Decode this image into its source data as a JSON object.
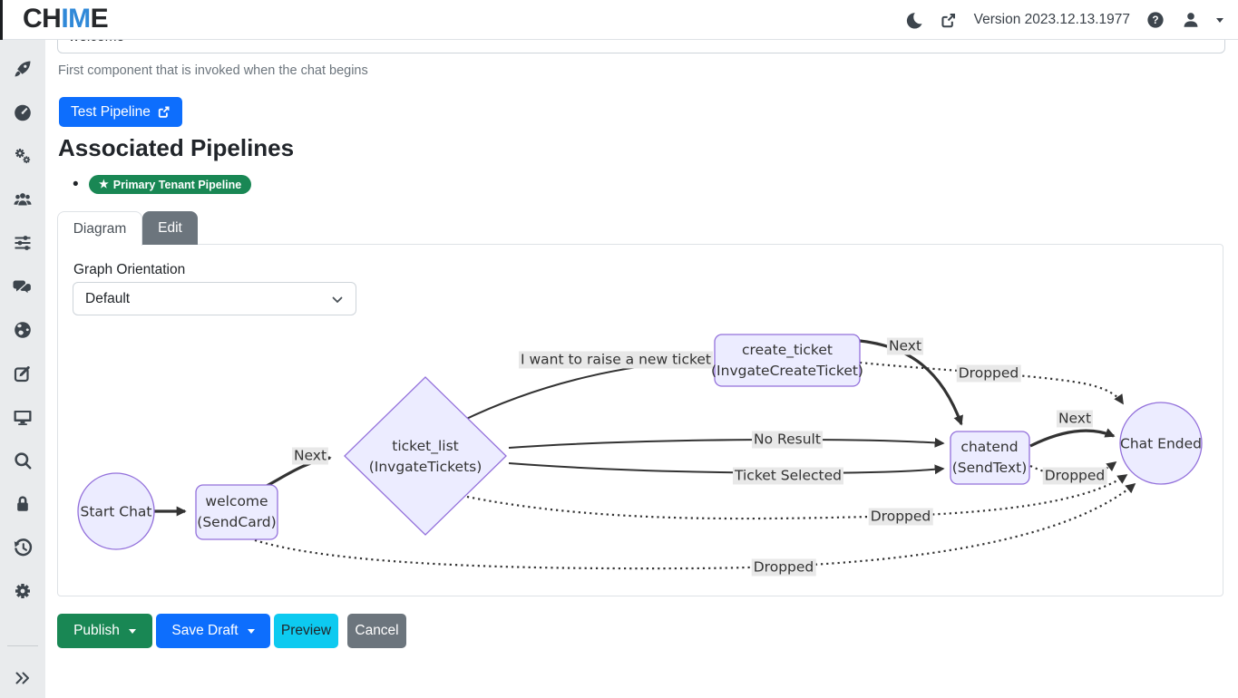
{
  "header": {
    "logo_ch": "CH",
    "logo_im": "IM",
    "logo_e": "E",
    "version": "Version 2023.12.13.1977",
    "icons": [
      "moon-icon",
      "external-link-icon",
      "help-icon",
      "user-icon",
      "caret-down-icon"
    ]
  },
  "sidebar": {
    "icons": [
      "rocket",
      "dashboard",
      "automation-gears",
      "users",
      "sliders",
      "conversations",
      "globe",
      "compose",
      "desktop",
      "search",
      "security-lock",
      "history",
      "settings",
      "collapse-chevrons"
    ]
  },
  "pipeline_form": {
    "name_value": "welcome",
    "help_text": "First component that is invoked when the chat begins",
    "test_pipeline_label": "Test Pipeline"
  },
  "associated_pipelines": {
    "title": "Associated Pipelines",
    "badge_label": "Primary Tenant Pipeline",
    "badge_star": "★"
  },
  "tabs": {
    "diagram_label": "Diagram",
    "edit_label": "Edit"
  },
  "graph": {
    "orientation_label": "Graph Orientation",
    "orientation_value": "Default"
  },
  "diagram": {
    "nodes": {
      "start": {
        "label": "Start Chat"
      },
      "welcome": {
        "name": "welcome",
        "type": "(SendCard)"
      },
      "ticket_list": {
        "name": "ticket_list",
        "type": "(InvgateTickets)"
      },
      "create_ticket": {
        "name": "create_ticket",
        "type": "(InvgateCreateTicket)"
      },
      "chatend": {
        "name": "chatend",
        "type": "(SendText)"
      },
      "end": {
        "label": "Chat Ended"
      }
    },
    "edges": {
      "welcome_next": "Next",
      "raise_ticket": "I want to raise a new ticket",
      "no_result": "No Result",
      "ticket_selected": "Ticket Selected",
      "create_next": "Next",
      "create_dropped": "Dropped",
      "chatend_next": "Next",
      "chatend_dropped": "Dropped",
      "ticket_list_dropped": "Dropped",
      "welcome_dropped": "Dropped"
    },
    "colors": {
      "node_fill": "#ECECFF",
      "node_border": "#9370DB",
      "edge": "#333333",
      "edge_label_bg": "#e8e8e8"
    }
  },
  "footer": {
    "publish": "Publish",
    "save_draft": "Save Draft",
    "preview": "Preview",
    "cancel": "Cancel"
  }
}
